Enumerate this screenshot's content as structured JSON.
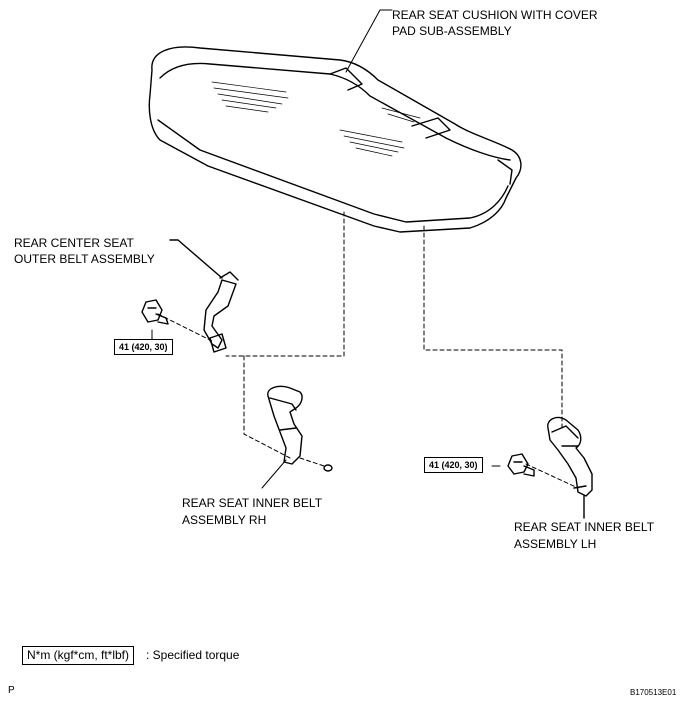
{
  "labels": {
    "cushion_line1": "REAR SEAT CUSHION WITH COVER",
    "cushion_line2": "PAD SUB-ASSEMBLY",
    "center_belt_line1": "REAR CENTER SEAT",
    "center_belt_line2": "OUTER BELT ASSEMBLY",
    "inner_rh_line1": "REAR SEAT INNER BELT",
    "inner_rh_line2": "ASSEMBLY RH",
    "inner_lh_line1": "REAR SEAT INNER BELT",
    "inner_lh_line2": "ASSEMBLY LH"
  },
  "torque": {
    "left": "41 (420, 30)",
    "right": "41 (420, 30)"
  },
  "legend": {
    "unit": "N*m (kgf*cm, ft*lbf)",
    "description": ": Specified torque"
  },
  "corner": {
    "left": "P",
    "right": "B170513E01"
  }
}
